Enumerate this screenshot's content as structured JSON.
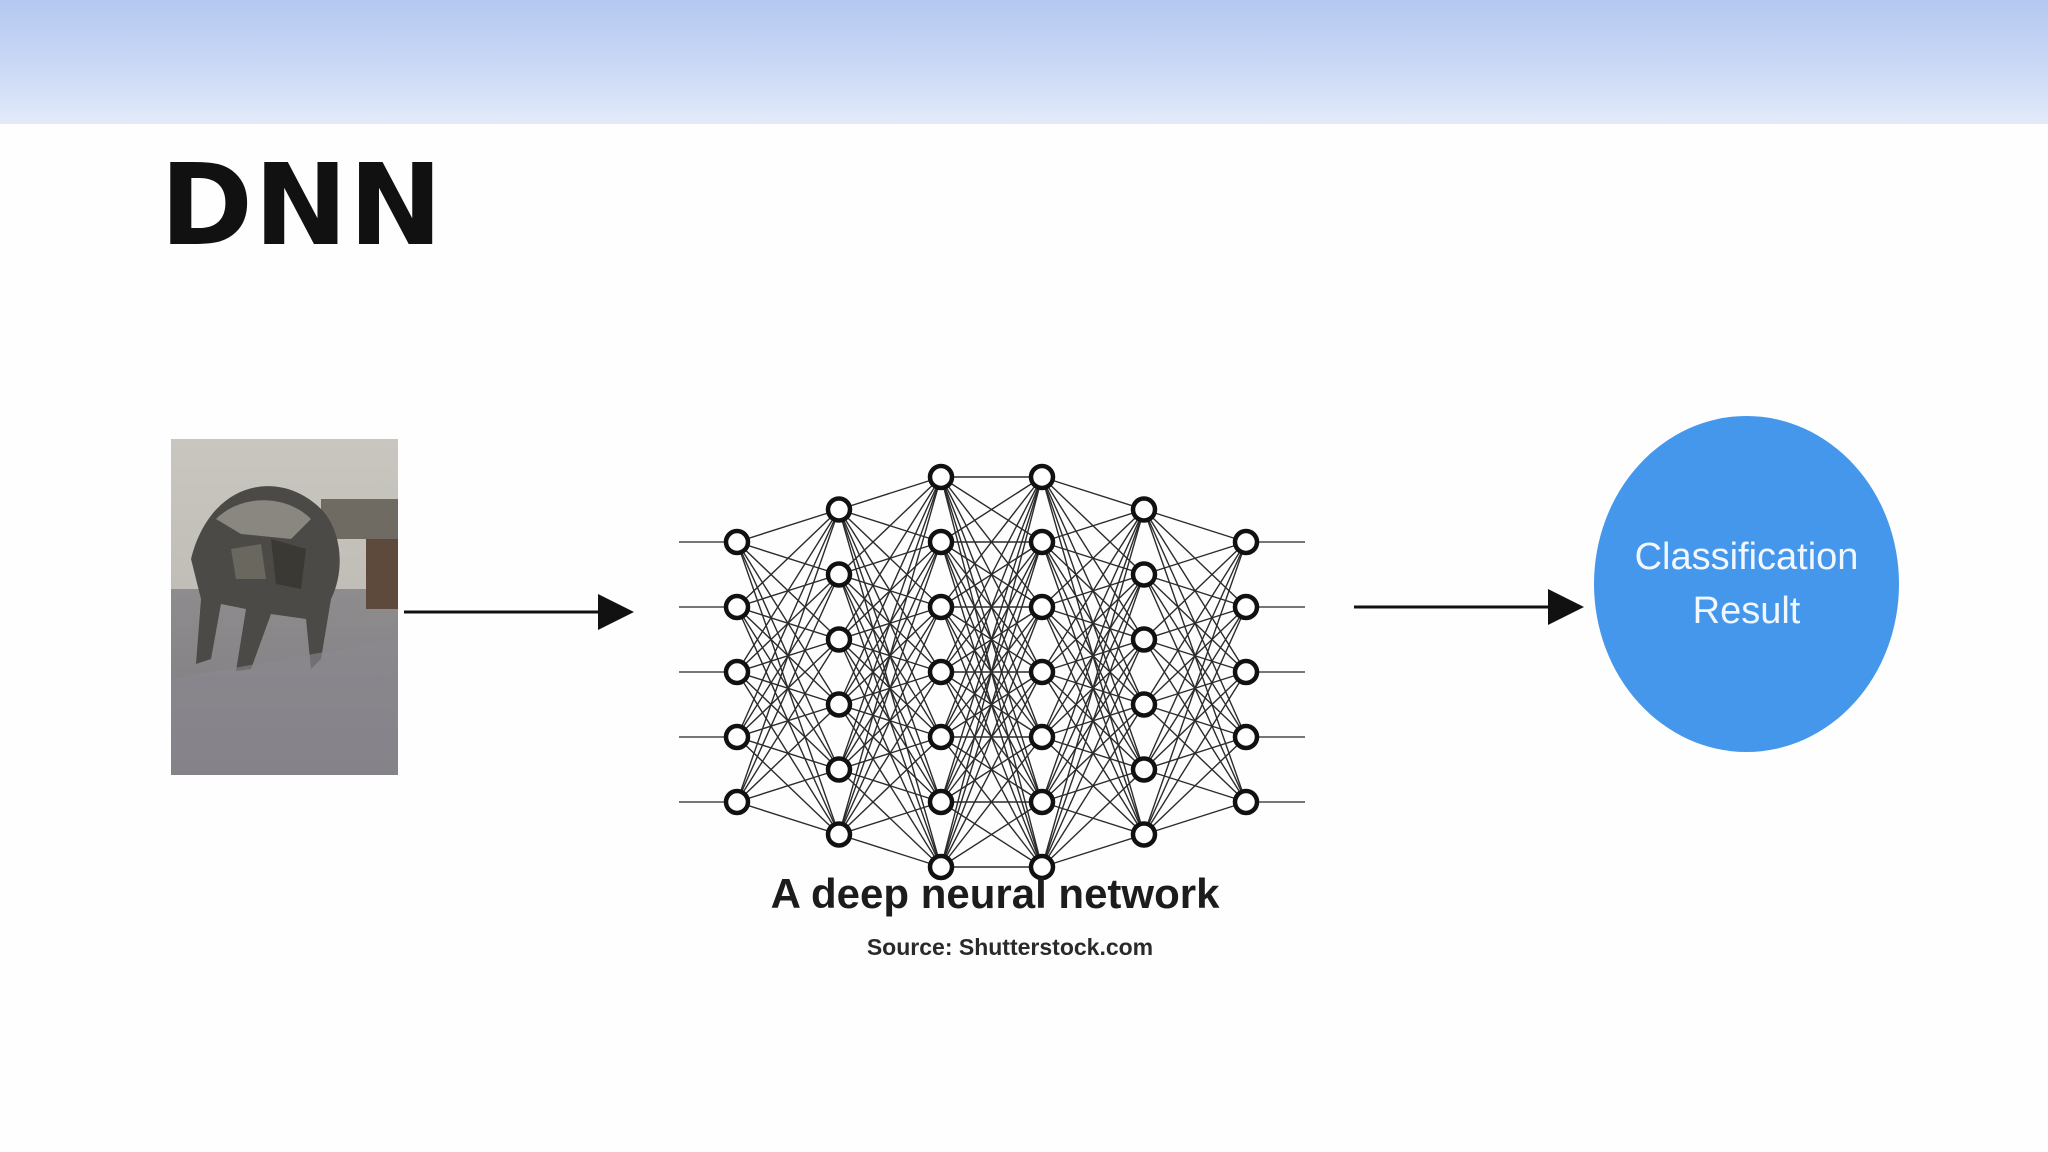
{
  "slide": {
    "title": "DNN",
    "header_band_color": "#c3d4f4"
  },
  "input_image": {
    "description_icon": "photo-of-bull-sculpture"
  },
  "network": {
    "layer_sizes": [
      5,
      6,
      7,
      7,
      6,
      5
    ],
    "caption": "A deep neural network",
    "source": "Source: Shutterstock.com"
  },
  "result": {
    "label": "Classification\nResult",
    "color": "#4597ec"
  }
}
